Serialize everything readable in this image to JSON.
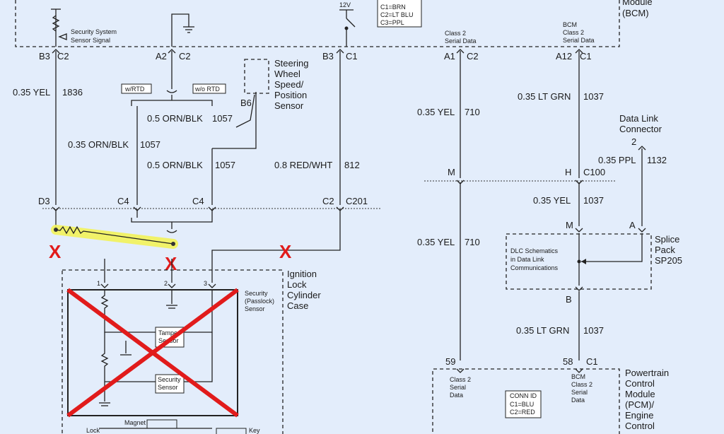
{
  "bcm": {
    "module_label": "Module\n(BCM)",
    "security_signal": "Security System\nSensor Signal",
    "voltage": "12V",
    "conn_id": [
      "C1=BRN",
      "C2=LT BLU",
      "C3=PPL"
    ],
    "class2_a1": "Class 2\nSerial Data",
    "class2_a12": "BCM\nClass 2\nSerial Data"
  },
  "pins": {
    "b3_c2": [
      "B3",
      "C2"
    ],
    "a2_c2": [
      "A2",
      "C2"
    ],
    "b3_c1": [
      "B3",
      "C1"
    ],
    "a1_c2": [
      "A1",
      "C2"
    ],
    "a12_c1": [
      "A12",
      "C1"
    ],
    "b6": "B6",
    "d3": "D3",
    "c4a": "C4",
    "c4b": "C4",
    "c2_c201": [
      "C2",
      "C201"
    ],
    "m": "M",
    "h_c100": [
      "H",
      "C100"
    ],
    "sp_m": "M",
    "sp_a": "A",
    "sp_b": "B",
    "dlc_pin": "2",
    "pcm_59": "59",
    "pcm_58_c1": [
      "58",
      "C1"
    ],
    "ign_1": "1",
    "ign_2": "2",
    "ign_3": "3"
  },
  "wires": {
    "w1836": [
      "0.35 YEL",
      "1836"
    ],
    "w1057a": [
      "0.5 ORN/BLK",
      "1057"
    ],
    "w1057b": [
      "0.35 ORN/BLK",
      "1057"
    ],
    "w1057c": [
      "0.5 ORN/BLK",
      "1057"
    ],
    "w812": [
      "0.8 RED/WHT",
      "812"
    ],
    "w710a": [
      "0.35 YEL",
      "710"
    ],
    "w710b": [
      "0.35 YEL",
      "710"
    ],
    "w1037a": [
      "0.35 LT GRN",
      "1037"
    ],
    "w1037b": [
      "0.35 YEL",
      "1037"
    ],
    "w1037c": [
      "0.35 LT GRN",
      "1037"
    ],
    "w1132": [
      "0.35 PPL",
      "1132"
    ]
  },
  "options": {
    "w_rtd": "w/RTD",
    "wo_rtd": "w/o RTD"
  },
  "steering": "Steering\nWheel\nSpeed/\nPosition\nSensor",
  "dlc": "Data Link\nConnector",
  "splice": "Splice\nPack\nSP205",
  "dlc_note": "DLC Schematics\nin Data Link\nCommunications",
  "ignition": {
    "case_label": "Ignition\nLock\nCylinder\nCase",
    "security_passlock": "Security\n(Passlock)\nSensor",
    "tamper": "Tamper\nSensor",
    "security": "Security\nSensor",
    "magnet": "Magnet",
    "lock": "Lock",
    "key": "Key"
  },
  "pcm": {
    "label": "Powertrain\nControl\nModule\n(PCM)/\nEngine\nControl",
    "class2_59": "Class 2\nSerial\nData",
    "class2_58": "BCM\nClass 2\nSerial\nData",
    "conn_id_title": "CONN ID",
    "conn_id": [
      "C1=BLU",
      "C2=RED"
    ]
  },
  "markers": {
    "cross": "X"
  },
  "colors": {
    "background": "#e3edfb",
    "ink": "#222222",
    "highlight": "#f3f35a",
    "cross": "#e11b1b"
  }
}
